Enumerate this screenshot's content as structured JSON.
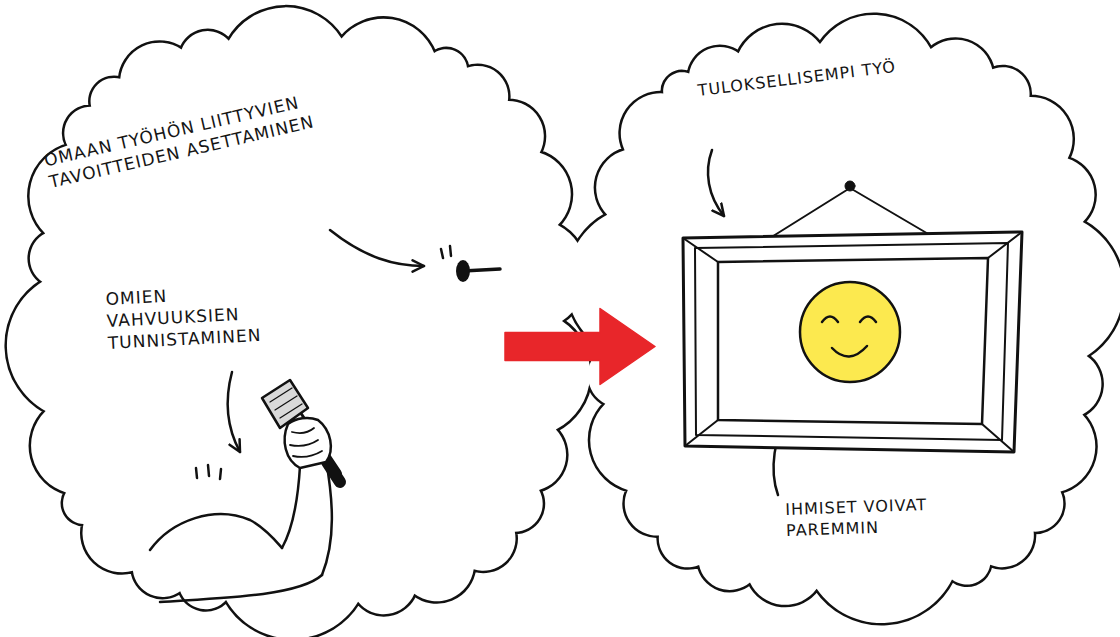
{
  "diagram": {
    "nodes": [
      {
        "text": [
          "OMAAN TYÖHÖN LIITTYVIEN TAVOITTEIDEN ASETTAMINEN",
          "OMIEN VAHVUUKSIEN TUNNISTAMINEN"
        ]
      },
      {
        "text": [
          "TULOKSELLISEMPI TYÖ",
          "IHMISET VOIVAT PAREMMIN"
        ]
      }
    ],
    "edges": [
      {
        "from": 0,
        "to": 1,
        "arrow": "to"
      }
    ]
  }
}
